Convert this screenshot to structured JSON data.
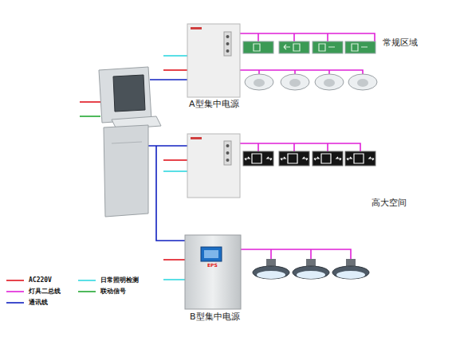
{
  "diagram": {
    "nodes": [
      {
        "text": [
          "A型集中电源"
        ]
      },
      {
        "text": [
          "EPS",
          "B型集中电源"
        ]
      }
    ],
    "labels": [
      "常规区域",
      "高大空间"
    ],
    "legend": [
      {
        "text": "AC220V"
      },
      {
        "text": "日常照明检测"
      },
      {
        "text": "灯具二总线"
      },
      {
        "text": "联动信号"
      },
      {
        "text": "通讯线"
      }
    ]
  }
}
